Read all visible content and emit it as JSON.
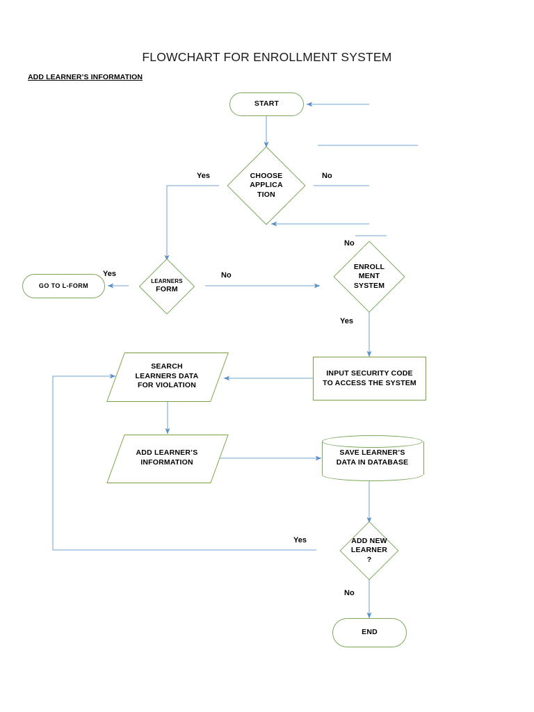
{
  "document": {
    "title": "FLOWCHART FOR ENROLLMENT SYSTEM",
    "section_label": "ADD LEARNER’S INFORMATION"
  },
  "colors": {
    "shape_stroke_green": "#7BA75B",
    "shape_stroke_green_dark": "#76A23F",
    "connector_blue": "#8FB4DC",
    "text_black": "#000000",
    "background": "#FFFFFF"
  },
  "nodes": {
    "start": {
      "label": "START",
      "shape": "terminator"
    },
    "choose_application": {
      "label": "CHOOSE\nAPPLICA\nTION",
      "shape": "decision"
    },
    "learners_form_small": {
      "label": "LEARNERS",
      "shape": "decision"
    },
    "learners_form_big": {
      "label": "FORM",
      "shape": "decision"
    },
    "goto_l_form": {
      "label": "GO TO L-FORM",
      "shape": "terminator"
    },
    "enrollment_system": {
      "label": "ENROLL\nMENT\nSYSTEM",
      "shape": "decision"
    },
    "input_security_code": {
      "label": "INPUT SECURITY CODE\nTO ACCESS THE SYSTEM",
      "shape": "process"
    },
    "search_learners_data": {
      "label": "SEARCH\nLEARNERS DATA\nFOR VIOLATION",
      "shape": "parallelogram"
    },
    "add_learners_information": {
      "label": "ADD LEARNER’S\nINFORMATION",
      "shape": "parallelogram"
    },
    "save_learners_data": {
      "label": "SAVE LEARNER’S\nDATA IN DATABASE",
      "shape": "database"
    },
    "add_new_learner": {
      "label": "ADD NEW\nLEARNER\n?",
      "shape": "decision"
    },
    "end": {
      "label": "END",
      "shape": "terminator"
    }
  },
  "edge_labels": {
    "choose_yes": "Yes",
    "choose_no": "No",
    "learners_form_yes": "Yes",
    "learners_form_no": "No",
    "enrollment_no": "No",
    "enrollment_yes": "Yes",
    "add_new_learner_yes": "Yes",
    "add_new_learner_no": "No"
  }
}
